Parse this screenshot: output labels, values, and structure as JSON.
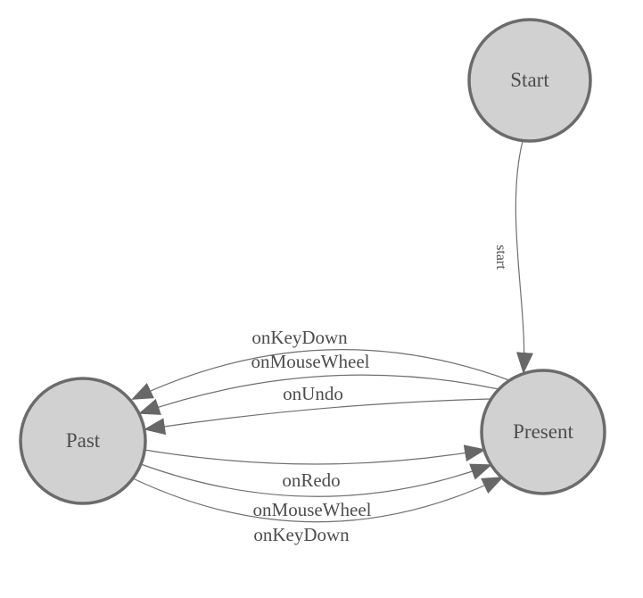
{
  "diagram": {
    "type": "state-machine",
    "background": "#ffffff",
    "colors": {
      "node_fill": "#d1d1d1",
      "node_stroke": "#6b6b6b",
      "edge_line": "#6f6f6f",
      "arrow_fill": "#676767",
      "label_text": "#4d4d4d"
    },
    "nodes": [
      {
        "id": "start",
        "label": "Start"
      },
      {
        "id": "present",
        "label": "Present"
      },
      {
        "id": "past",
        "label": "Past"
      }
    ],
    "edges": [
      {
        "from": "Start",
        "to": "Present",
        "label": "start"
      },
      {
        "from": "Present",
        "to": "Past",
        "label": "onKeyDown"
      },
      {
        "from": "Present",
        "to": "Past",
        "label": "onMouseWheel"
      },
      {
        "from": "Present",
        "to": "Past",
        "label": "onUndo"
      },
      {
        "from": "Past",
        "to": "Present",
        "label": "onRedo"
      },
      {
        "from": "Past",
        "to": "Present",
        "label": "onMouseWheel"
      },
      {
        "from": "Past",
        "to": "Present",
        "label": "onKeyDown"
      }
    ]
  }
}
